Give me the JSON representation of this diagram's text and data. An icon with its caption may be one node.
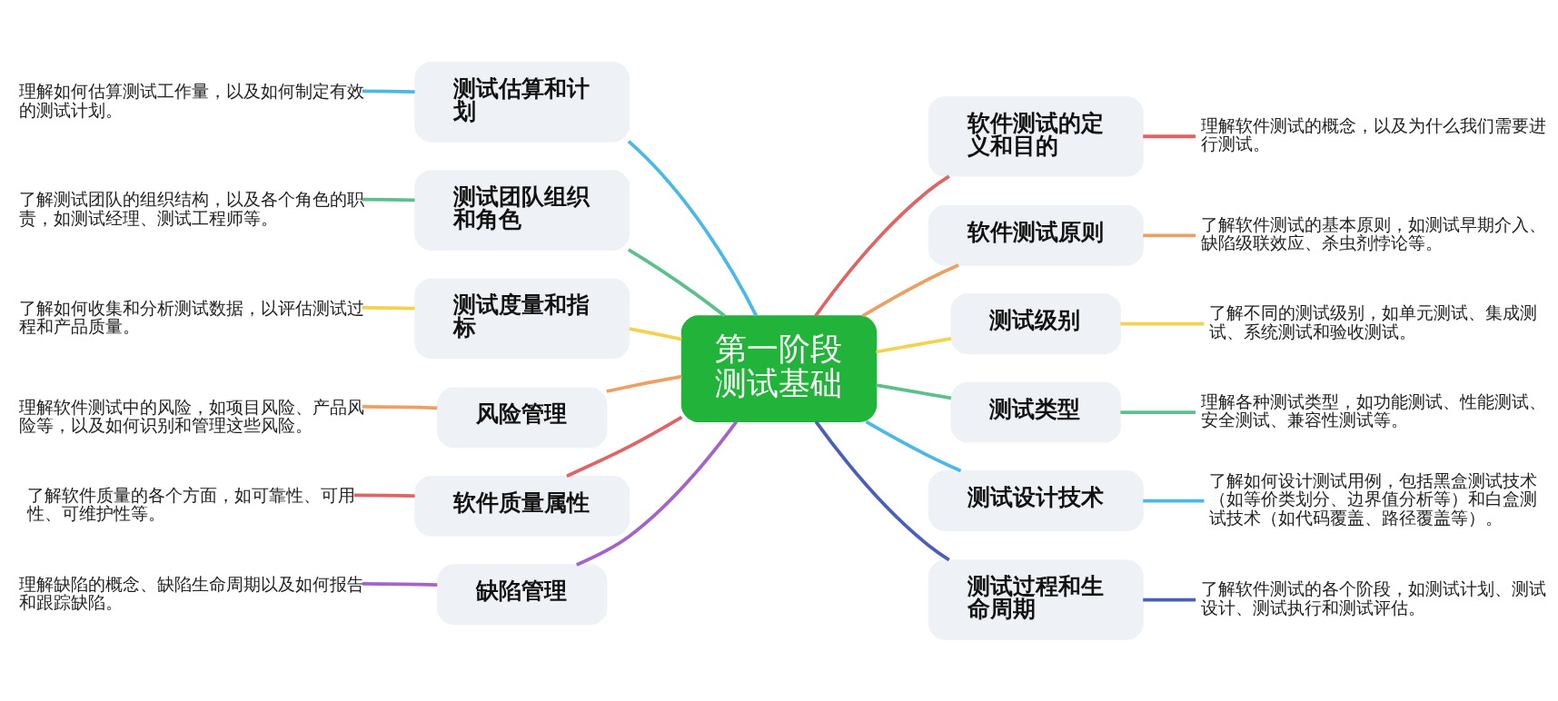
{
  "diagram": {
    "nodes": [
      {
        "text": [
          "第一阶段",
          "测试基础"
        ]
      },
      {
        "text": [
          "软件测试的定义和目的"
        ]
      },
      {
        "text": [
          "理解软件测试的概念，以及为什么我们需要进行测试。"
        ]
      },
      {
        "text": [
          "软件测试原则"
        ]
      },
      {
        "text": [
          "了解软件测试的基本原则，如测试早期介入、缺陷级联效应、杀虫剂悖论等。"
        ]
      },
      {
        "text": [
          "测试级别"
        ]
      },
      {
        "text": [
          "了解不同的测试级别，如单元测试、集成测试、系统测试和验收测试。"
        ]
      },
      {
        "text": [
          "测试类型"
        ]
      },
      {
        "text": [
          "理解各种测试类型，如功能测试、性能测试、安全测试、兼容性测试等。"
        ]
      },
      {
        "text": [
          "测试设计技术"
        ]
      },
      {
        "text": [
          "了解如何设计测试用例，包括黑盒测试技术（如等价类划分、边界值分析等）和白盒测试技术（如代码覆盖、路径覆盖等）。"
        ]
      },
      {
        "text": [
          "测试过程和生命周期"
        ]
      },
      {
        "text": [
          "了解软件测试的各个阶段，如测试计划、测试设计、测试执行和测试评估。"
        ]
      },
      {
        "text": [
          "测试估算和计划"
        ]
      },
      {
        "text": [
          "理解如何估算测试工作量，以及如何制定有效的测试计划。"
        ]
      },
      {
        "text": [
          "测试团队组织和角色"
        ]
      },
      {
        "text": [
          "了解测试团队的组织结构，以及各个角色的职责，如测试经理、测试工程师等。"
        ]
      },
      {
        "text": [
          "测试度量和指标"
        ]
      },
      {
        "text": [
          "了解如何收集和分析测试数据，以评估测试过程和产品质量。"
        ]
      },
      {
        "text": [
          "风险管理"
        ]
      },
      {
        "text": [
          "理解软件测试中的风险，如项目风险、产品风险等，以及如何识别和管理这些风险。"
        ]
      },
      {
        "text": [
          "软件质量属性"
        ]
      },
      {
        "text": [
          "了解软件质量的各个方面，如可靠性、可用性、可维护性等。"
        ]
      },
      {
        "text": [
          "缺陷管理"
        ]
      },
      {
        "text": [
          "理解缺陷的概念、缺陷生命周期以及如何报告和跟踪缺陷。"
        ]
      }
    ],
    "edges": [
      {
        "from": 0,
        "to": 1,
        "arrow": "none",
        "color": "#e06464"
      },
      {
        "from": 1,
        "to": 2,
        "arrow": "none",
        "color": "#e06464"
      },
      {
        "from": 0,
        "to": 3,
        "arrow": "none",
        "color": "#eda063"
      },
      {
        "from": 3,
        "to": 4,
        "arrow": "none",
        "color": "#eda063"
      },
      {
        "from": 0,
        "to": 5,
        "arrow": "none",
        "color": "#f2d24e"
      },
      {
        "from": 5,
        "to": 6,
        "arrow": "none",
        "color": "#f2d24e"
      },
      {
        "from": 0,
        "to": 7,
        "arrow": "none",
        "color": "#5cc08c"
      },
      {
        "from": 7,
        "to": 8,
        "arrow": "none",
        "color": "#5cc08c"
      },
      {
        "from": 0,
        "to": 9,
        "arrow": "none",
        "color": "#4bb8e6"
      },
      {
        "from": 9,
        "to": 10,
        "arrow": "none",
        "color": "#4bb8e6"
      },
      {
        "from": 0,
        "to": 11,
        "arrow": "none",
        "color": "#4a5fb8"
      },
      {
        "from": 11,
        "to": 12,
        "arrow": "none",
        "color": "#4a5fb8"
      },
      {
        "from": 0,
        "to": 13,
        "arrow": "none",
        "color": "#4bb8e6"
      },
      {
        "from": 13,
        "to": 14,
        "arrow": "none",
        "color": "#4bb8e6"
      },
      {
        "from": 0,
        "to": 15,
        "arrow": "none",
        "color": "#5cc08c"
      },
      {
        "from": 15,
        "to": 16,
        "arrow": "none",
        "color": "#5cc08c"
      },
      {
        "from": 0,
        "to": 17,
        "arrow": "none",
        "color": "#f2d24e"
      },
      {
        "from": 17,
        "to": 18,
        "arrow": "none",
        "color": "#f2d24e"
      },
      {
        "from": 0,
        "to": 19,
        "arrow": "none",
        "color": "#eda063"
      },
      {
        "from": 19,
        "to": 20,
        "arrow": "none",
        "color": "#eda063"
      },
      {
        "from": 0,
        "to": 21,
        "arrow": "none",
        "color": "#e06464"
      },
      {
        "from": 21,
        "to": 22,
        "arrow": "none",
        "color": "#e06464"
      },
      {
        "from": 0,
        "to": 23,
        "arrow": "none",
        "color": "#a463c8"
      },
      {
        "from": 23,
        "to": 24,
        "arrow": "none",
        "color": "#a463c8"
      }
    ]
  }
}
